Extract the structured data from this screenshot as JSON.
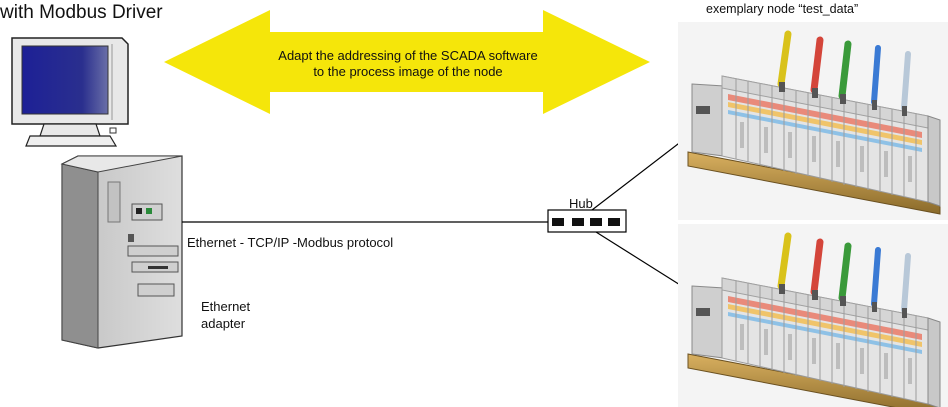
{
  "title": "with Modbus Driver",
  "node_title": "exemplary node “test_data”",
  "banner": {
    "line1": "Adapt the addressing of  the SCADA software",
    "line2": "to the process image of the node"
  },
  "ethernet_protocol": "Ethernet - TCP/IP -Modbus protocol",
  "ethernet_adapter": "Ethernet\nadapter",
  "hub": "Hub",
  "colors": {
    "arrow": "#f5e60a",
    "screen": "#1b1f8c",
    "casing": "#d8d8d8",
    "terminal": "#e3e3e3",
    "line": "#000000"
  },
  "icons": [
    "monitor-icon",
    "pc-tower-icon",
    "hub-icon",
    "io-node-icon"
  ]
}
